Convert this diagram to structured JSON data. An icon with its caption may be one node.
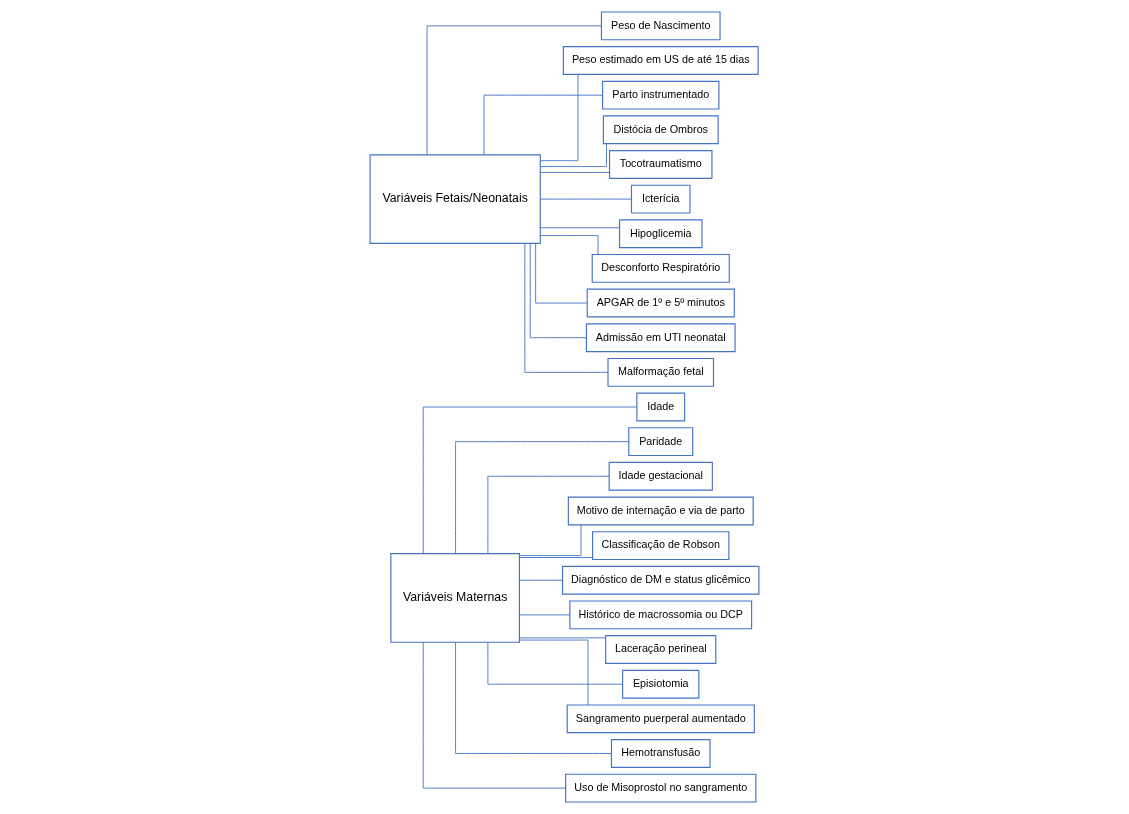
{
  "diagram": {
    "nodes": [
      {
        "text": [
          "Variáveis Maternas"
        ]
      },
      {
        "text": [
          "Idade"
        ]
      },
      {
        "text": [
          "Paridade"
        ]
      },
      {
        "text": [
          "Idade gestacional"
        ]
      },
      {
        "text": [
          "Motivo de internação e via de parto"
        ]
      },
      {
        "text": [
          "Classificação de Robson"
        ]
      },
      {
        "text": [
          "Diagnóstico de DM e status glicêmico"
        ]
      },
      {
        "text": [
          "Histórico de macrossomia ou DCP"
        ]
      },
      {
        "text": [
          "Laceração perineal"
        ]
      },
      {
        "text": [
          "Episiotomia"
        ]
      },
      {
        "text": [
          "Sangramento puerperal aumentado"
        ]
      },
      {
        "text": [
          "Hemotransfusão"
        ]
      },
      {
        "text": [
          "Uso de Misoprostol no sangramento"
        ]
      },
      {
        "text": [
          "Variáveis Fetais/Neonatais"
        ]
      },
      {
        "text": [
          "Peso de Nascimento"
        ]
      },
      {
        "text": [
          "Peso estimado em US de até 15 dias"
        ]
      },
      {
        "text": [
          "Parto instrumentado"
        ]
      },
      {
        "text": [
          "Distócia de Ombros"
        ]
      },
      {
        "text": [
          "Tocotraumatismo"
        ]
      },
      {
        "text": [
          "Icterícia"
        ]
      },
      {
        "text": [
          "Hipoglicemia"
        ]
      },
      {
        "text": [
          "Desconforto Respiratório"
        ]
      },
      {
        "text": [
          "APGAR de 1º e 5º minutos"
        ]
      },
      {
        "text": [
          "Admissão em UTI neonatal"
        ]
      },
      {
        "text": [
          "Malformação fetal"
        ]
      }
    ],
    "edges": [
      {
        "from": 0,
        "to": 1,
        "arrow": "none"
      },
      {
        "from": 0,
        "to": 2,
        "arrow": "none"
      },
      {
        "from": 0,
        "to": 3,
        "arrow": "none"
      },
      {
        "from": 0,
        "to": 4,
        "arrow": "none"
      },
      {
        "from": 0,
        "to": 5,
        "arrow": "none"
      },
      {
        "from": 0,
        "to": 6,
        "arrow": "none"
      },
      {
        "from": 0,
        "to": 7,
        "arrow": "none"
      },
      {
        "from": 0,
        "to": 8,
        "arrow": "none"
      },
      {
        "from": 0,
        "to": 9,
        "arrow": "none"
      },
      {
        "from": 0,
        "to": 10,
        "arrow": "none"
      },
      {
        "from": 0,
        "to": 11,
        "arrow": "none"
      },
      {
        "from": 0,
        "to": 12,
        "arrow": "none"
      },
      {
        "from": 13,
        "to": 14,
        "arrow": "none"
      },
      {
        "from": 13,
        "to": 15,
        "arrow": "none"
      },
      {
        "from": 13,
        "to": 16,
        "arrow": "none"
      },
      {
        "from": 13,
        "to": 17,
        "arrow": "none"
      },
      {
        "from": 13,
        "to": 18,
        "arrow": "none"
      },
      {
        "from": 13,
        "to": 19,
        "arrow": "none"
      },
      {
        "from": 13,
        "to": 20,
        "arrow": "none"
      },
      {
        "from": 13,
        "to": 21,
        "arrow": "none"
      },
      {
        "from": 13,
        "to": 22,
        "arrow": "none"
      },
      {
        "from": 13,
        "to": 23,
        "arrow": "none"
      },
      {
        "from": 13,
        "to": 24,
        "arrow": "none"
      }
    ]
  }
}
